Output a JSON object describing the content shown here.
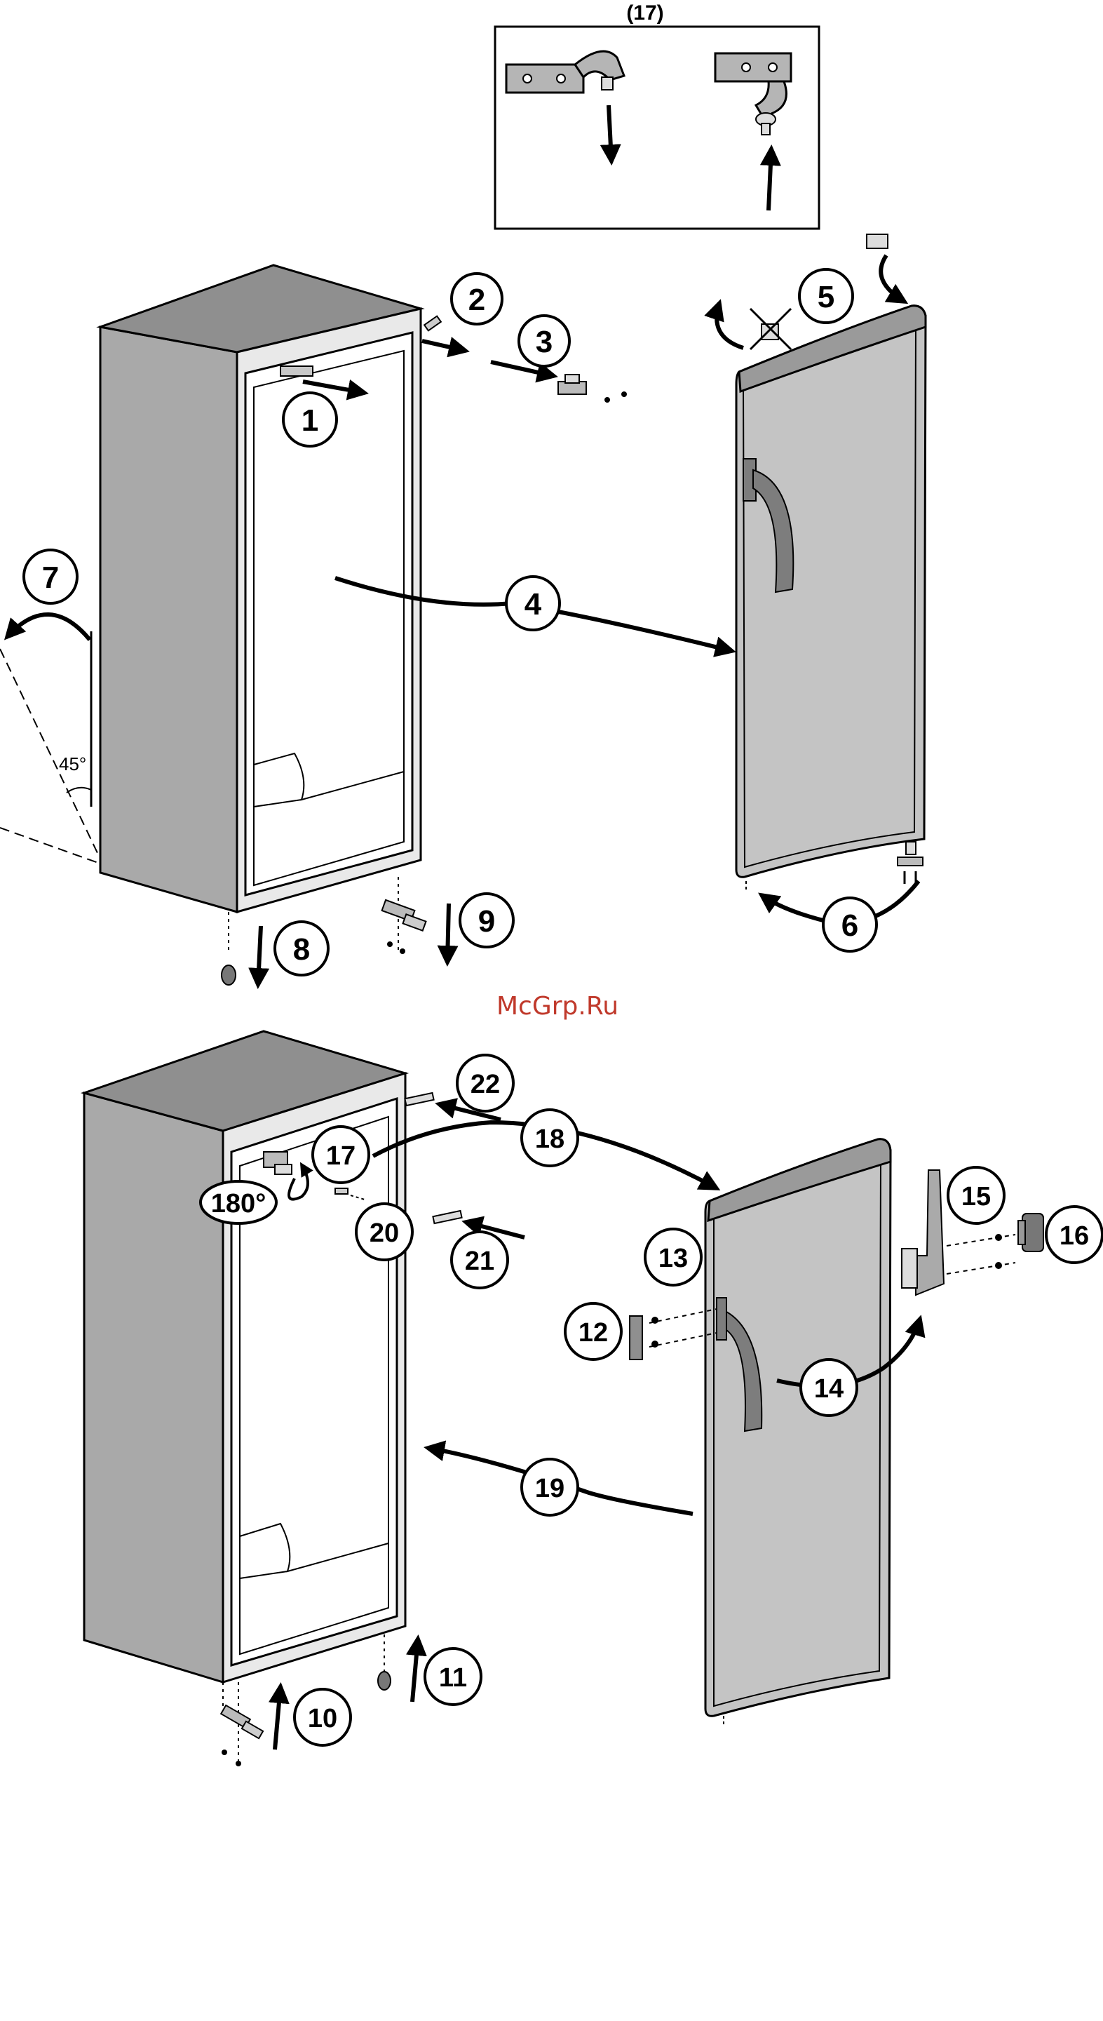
{
  "inset_label": "(17)",
  "angle_45": "45°",
  "angle_180": "180°",
  "watermark": "McGrp.Ru",
  "callouts": [
    "1",
    "2",
    "3",
    "4",
    "5",
    "6",
    "7",
    "8",
    "9",
    "10",
    "11",
    "12",
    "13",
    "14",
    "15",
    "16",
    "17",
    "18",
    "19",
    "20",
    "21",
    "22"
  ],
  "colors": {
    "cabinet_side": "#a9a9a9",
    "cabinet_top": "#8f8f8f",
    "door_face": "#c4c4c4",
    "handle": "#7d7d7d",
    "line": "#000000",
    "watermark": "#c0392b"
  }
}
